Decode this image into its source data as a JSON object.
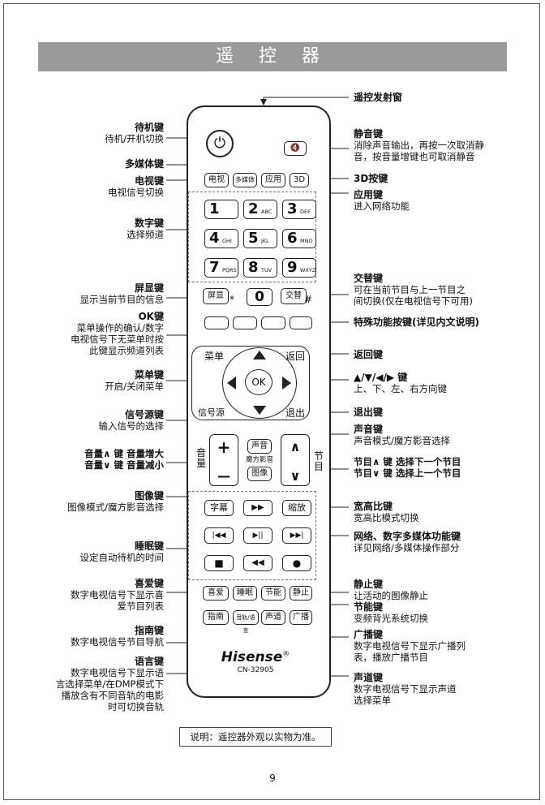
{
  "title": "遥 控 器",
  "page_number": "9",
  "note": "说明：遥控器外观以实物为准。",
  "remote": {
    "brand": "Hisense",
    "brand_mark": "®",
    "model": "CN-32905",
    "power_symbol": "⏻",
    "mute_symbol": "🔇",
    "row1": [
      "电视",
      "多媒体",
      "应用",
      "3D"
    ],
    "numbers": [
      {
        "d": "1",
        "s": ""
      },
      {
        "d": "2",
        "s": "ABC"
      },
      {
        "d": "3",
        "s": "DEF"
      },
      {
        "d": "4",
        "s": "GHI"
      },
      {
        "d": "5",
        "s": "JKL"
      },
      {
        "d": "6",
        "s": "MNO"
      },
      {
        "d": "7",
        "s": "PQRS"
      },
      {
        "d": "8",
        "s": "TUV"
      },
      {
        "d": "9",
        "s": "WXYZ"
      }
    ],
    "screen_btn": "屏显",
    "screen_sub": "*",
    "zero": "0",
    "swap_btn": "交替",
    "swap_sub": "#",
    "menu": "菜单",
    "back": "返回",
    "ok": "OK",
    "source": "信号源",
    "exit": "退出",
    "sound": "声音",
    "magic": "魔方影音",
    "picture": "图像",
    "vol_label": "音量",
    "ch_label": "节目",
    "plus": "+",
    "minus": "—",
    "up_caret": "∧",
    "down_caret": "∨",
    "media_rows": [
      [
        "字幕",
        "▶▶",
        "缩放"
      ],
      [
        "|◀◀",
        "▶||",
        "▶▶|"
      ],
      [
        "■",
        "◀◀",
        "●"
      ]
    ],
    "row_fav": [
      "喜爱",
      "睡眠",
      "节能",
      "静止"
    ],
    "row_guide": [
      "指南",
      "音轨/语言",
      "声道",
      "广播"
    ]
  },
  "left_labels": {
    "standby": {
      "title": "待机键",
      "desc": "待机/开机切换"
    },
    "media": {
      "title": "多媒体键"
    },
    "tv": {
      "title": "电视键",
      "desc": "电视信号切换"
    },
    "digit": {
      "title": "数字键",
      "desc": "选择频道"
    },
    "display": {
      "title": "屏显键",
      "desc": "显示当前节目的信息"
    },
    "ok": {
      "title": "OK键",
      "desc": [
        "菜单操作的确认/数字",
        "电视信号下无菜单时按",
        "此键显示频道列表"
      ]
    },
    "menu": {
      "title": "菜单键",
      "desc": "开启/关闭菜单"
    },
    "source": {
      "title": "信号源键",
      "desc": "输入信号的选择"
    },
    "vol_up": "音量∧  键  音量增大",
    "vol_down": "音量∨  键  音量减小",
    "picture": {
      "title": "图像键",
      "desc": "图像模式/魔方影音选择"
    },
    "sleep": {
      "title": "睡眠键",
      "desc": "设定自动待机的时间"
    },
    "fav": {
      "title": "喜爱键",
      "desc": [
        "数字电视信号下显示喜",
        "爱节目列表"
      ]
    },
    "guide": {
      "title": "指南键",
      "desc": "数字电视信号节目导航"
    },
    "lang": {
      "title": "语言键",
      "desc": [
        "数字电视信号下显示语",
        "言选择菜单/在DMP模式下",
        "播放含有不同音轨的电影",
        "时可切换音轨"
      ]
    }
  },
  "right_labels": {
    "ir": "遥控发射窗",
    "mute": {
      "title": "静音键",
      "desc": [
        "消除声音输出，再按一次取消静",
        "音，按音量增键也可取消静音"
      ]
    },
    "3d": "3D按键",
    "app": {
      "title": "应用键",
      "desc": "进入网络功能"
    },
    "swap": {
      "title": "交替键",
      "desc": [
        "可在当前节目与上一节目之",
        "间切换(仅在电视信号下可用)"
      ]
    },
    "special": "特殊功能按键(详见内文说明)",
    "back": "返回键",
    "arrows": {
      "title": "▲/▼/◀/▶  键",
      "desc": "上、下、左、右方向键"
    },
    "exit": "退出键",
    "sound": {
      "title": "声音键",
      "desc": "声音模式/魔方影音选择"
    },
    "ch_up": "节目∧  键  选择下一个节目",
    "ch_down": "节目∨  键  选择上一个节目",
    "aspect": {
      "title": "宽高比键",
      "desc": "宽高比模式切换"
    },
    "network": {
      "title": "网络、数字多媒体功能键",
      "desc": "详见网络/多媒体操作部分"
    },
    "freeze": {
      "title": "静止键",
      "desc": "让活动的图像静止"
    },
    "eco": {
      "title": "节能键",
      "desc": "变频背光系统切换"
    },
    "broadcast": {
      "title": "广播键",
      "desc": [
        "数字电视信号下显示广播列",
        "表，播放广播节目"
      ]
    },
    "channel": {
      "title": "声道键",
      "desc": [
        "数字电视信号下显示声道",
        "选择菜单"
      ]
    }
  }
}
